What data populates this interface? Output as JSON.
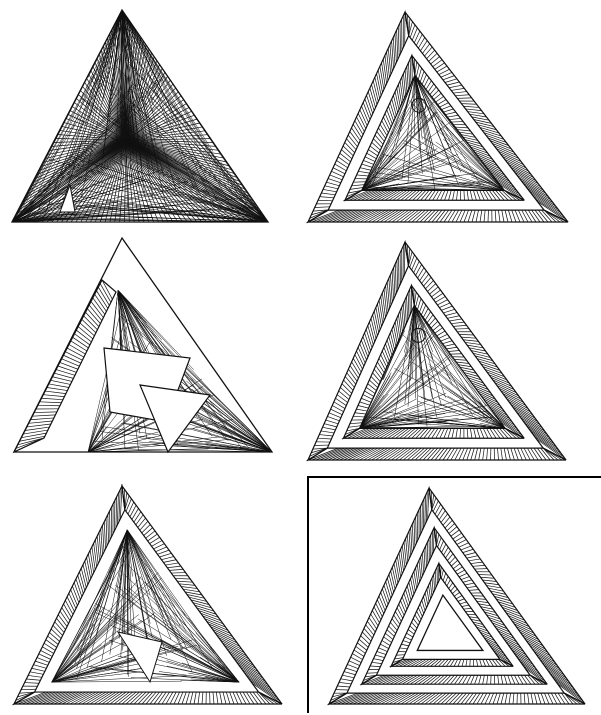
{
  "figure": {
    "panels": [
      {
        "id": "p1",
        "state": "initial-hatched"
      },
      {
        "id": "p2",
        "state": "spiral-partial-scribble"
      },
      {
        "id": "p3",
        "state": "single-band-open-interior"
      },
      {
        "id": "p4",
        "state": "spiral-partial-scribble"
      },
      {
        "id": "p5",
        "state": "two-band-scribble"
      },
      {
        "id": "p6",
        "state": "complete-spiral",
        "highlighted": true
      }
    ],
    "ink_color": "#111111",
    "background_color": "#ffffff"
  }
}
